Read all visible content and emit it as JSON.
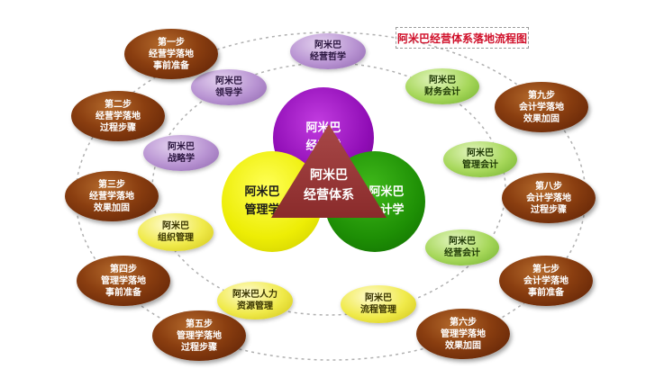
{
  "title": "阿米巴经营体系落地流程图",
  "center": {
    "line1": "阿米巴",
    "line2": "经营体系"
  },
  "core_circles": {
    "top": {
      "line1": "阿米巴",
      "line2": "经营学",
      "color": "#8f0cb5"
    },
    "left": {
      "line1": "阿米巴",
      "line2": "管理学",
      "color": "#eded05"
    },
    "right": {
      "line1": "阿米巴",
      "line2": "会计学",
      "color": "#1e8f05"
    }
  },
  "inner_nodes": [
    {
      "id": "jingyingzhexue",
      "line1": "阿米巴",
      "line2": "经营哲学",
      "color": "#b893d2"
    },
    {
      "id": "lingdaoxue",
      "line1": "阿米巴",
      "line2": "领导学",
      "color": "#b893d2"
    },
    {
      "id": "zhanluexue",
      "line1": "阿米巴",
      "line2": "战略学",
      "color": "#b893d2"
    },
    {
      "id": "zuzhiguanli",
      "line1": "阿米巴",
      "line2": "组织管理",
      "color": "#f0ea4a"
    },
    {
      "id": "renliziyuan",
      "line1": "阿米巴人力",
      "line2": "资源管理",
      "color": "#f0ea4a"
    },
    {
      "id": "liuchengguanli",
      "line1": "阿米巴",
      "line2": "流程管理",
      "color": "#f0ea4a"
    },
    {
      "id": "caiwukuaiji",
      "line1": "阿米巴",
      "line2": "财务会计",
      "color": "#a6d75a"
    },
    {
      "id": "guanlikuaiji",
      "line1": "阿米巴",
      "line2": "管理会计",
      "color": "#a6d75a"
    },
    {
      "id": "jingyingkuaiji",
      "line1": "阿米巴",
      "line2": "经营会计",
      "color": "#a6d75a"
    }
  ],
  "steps": [
    {
      "id": "step1",
      "line1": "第一步",
      "line2": "经营学落地",
      "line3": "事前准备"
    },
    {
      "id": "step2",
      "line1": "第二步",
      "line2": "经营学落地",
      "line3": "过程步骤"
    },
    {
      "id": "step3",
      "line1": "第三步",
      "line2": "经营学落地",
      "line3": "效果加固"
    },
    {
      "id": "step4",
      "line1": "第四步",
      "line2": "管理学落地",
      "line3": "事前准备"
    },
    {
      "id": "step5",
      "line1": "第五步",
      "line2": "管理学落地",
      "line3": "过程步骤"
    },
    {
      "id": "step6",
      "line1": "第六步",
      "line2": "管理学落地",
      "line3": "效果加固"
    },
    {
      "id": "step7",
      "line1": "第七步",
      "line2": "会计学落地",
      "line3": "事前准备"
    },
    {
      "id": "step8",
      "line1": "第八步",
      "line2": "会计学落地",
      "line3": "过程步骤"
    },
    {
      "id": "step9",
      "line1": "第九步",
      "line2": "会计学落地",
      "line3": "效果加固"
    }
  ],
  "colors": {
    "step": "#8a3e10",
    "title": "#d0102a",
    "triangle": "#8a2b2b",
    "ring": "#b0b0b0"
  }
}
